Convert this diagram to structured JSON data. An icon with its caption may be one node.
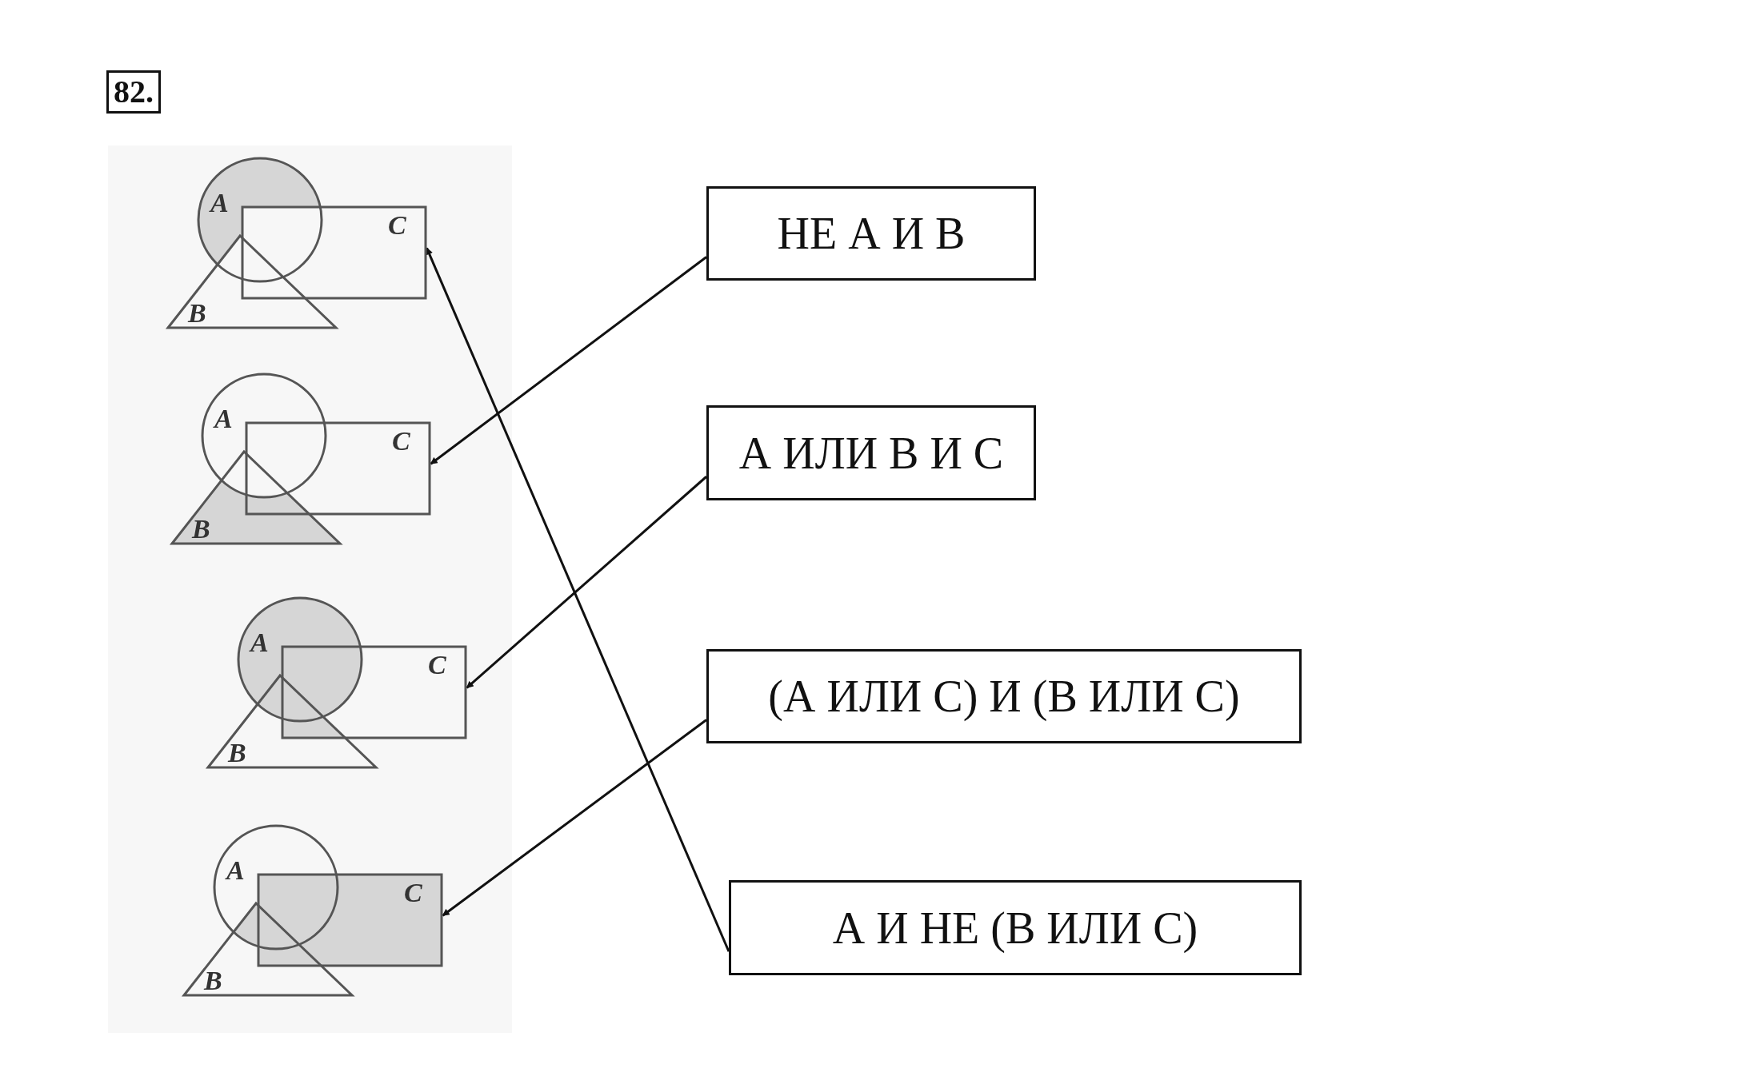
{
  "diagram": {
    "nodes": [
      {
        "text": [],
        "shape": "picture"
      },
      {
        "text": [],
        "shape": "picture"
      },
      {
        "text": [],
        "shape": "picture"
      },
      {
        "text": [],
        "shape": "picture"
      },
      {
        "text": [
          "НЕ А И В"
        ]
      },
      {
        "text": [
          "А ИЛИ В И С"
        ]
      },
      {
        "text": [
          "(А ИЛИ С) И (В ИЛИ С)"
        ]
      },
      {
        "text": [
          "А И НЕ (В ИЛИ С)"
        ]
      }
    ],
    "edges": [
      {
        "from": 4,
        "to": 1,
        "arrow": "to"
      },
      {
        "from": 5,
        "to": 2,
        "arrow": "to"
      },
      {
        "from": 6,
        "to": 3,
        "arrow": "to"
      },
      {
        "from": 7,
        "to": 0,
        "arrow": "to"
      }
    ],
    "labels": [
      "82.",
      "A",
      "C",
      "B",
      "A",
      "C",
      "B",
      "A",
      "C",
      "B",
      "A",
      "C",
      "B"
    ]
  }
}
